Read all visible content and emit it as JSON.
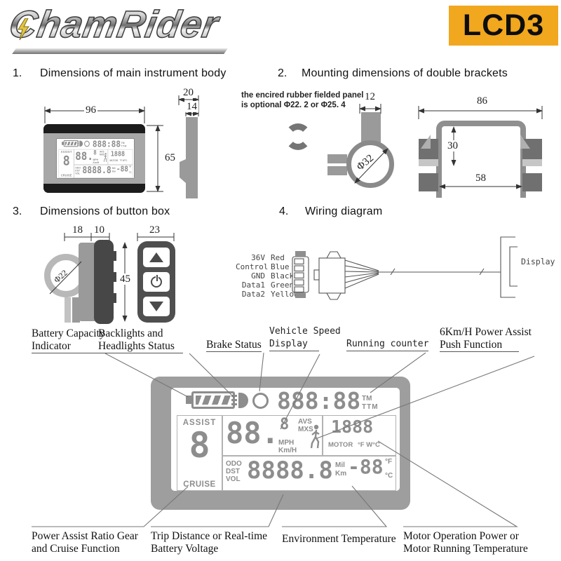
{
  "header": {
    "logo_text": "ChamRider",
    "badge": "LCD3"
  },
  "sections": {
    "s1": {
      "num": "1.",
      "title": "Dimensions of main instrument body"
    },
    "s2": {
      "num": "2.",
      "title": "Mounting dimensions of double brackets"
    },
    "s3": {
      "num": "3.",
      "title": "Dimensions of button box"
    },
    "s4": {
      "num": "4.",
      "title": "Wiring diagram"
    }
  },
  "body_dims": {
    "width": "96",
    "height": "65",
    "side_width": "20",
    "side_inner": "14"
  },
  "bracket": {
    "note1": "the encired rubber fielded panel",
    "note2": "is optional Φ22. 2  or Φ25. 4",
    "stem_width": "12",
    "clamp_dia": "Φ32",
    "top_width": "86",
    "inner_height": "30",
    "inner_width": "58"
  },
  "button_box": {
    "d1": "18",
    "d2": "10",
    "d3": "23",
    "height": "45",
    "ring_dia": "Φ22"
  },
  "wiring": {
    "pins": [
      [
        "36V",
        "Red"
      ],
      [
        "Control",
        "Blue"
      ],
      [
        "GND",
        "Black"
      ],
      [
        "Data1",
        "Green"
      ],
      [
        "Data2",
        "Yellow"
      ]
    ],
    "display": "Display"
  },
  "lcd": {
    "time": "888:88",
    "tm": "TM",
    "ttm": "TTM",
    "assist": "ASSIST",
    "gear": "8",
    "cruise": "CRUISE",
    "speed": "88.",
    "speed_sub": "8",
    "avs": "AVS",
    "mxs": "MXS",
    "mph": "MPH",
    "kmh": "Km/H",
    "motor_value": "1888",
    "motor": "MOTOR",
    "motor_units": "°F W°C",
    "odo": "ODO",
    "dst": "DST",
    "vol": "VOL",
    "trip": "8888.8",
    "mil": "Mil",
    "km": "Km",
    "temp": "-88",
    "deg_f": "°F",
    "deg_c": "°C"
  },
  "callouts": {
    "battery1": "Battery Capacity",
    "battery2": "Indicator",
    "backlight1": "Backlights and",
    "backlight2": "Headlights Status",
    "brake": "Brake Status",
    "speed1": "Vehicle Speed",
    "speed2": "Display",
    "counter": "Running counter",
    "push1": "6Km/H Power Assist",
    "push2": "Push Function",
    "gear1": "Power Assist Ratio Gear",
    "gear2": "and Cruise Function",
    "trip1": "Trip Distance or Real-time",
    "trip2": "Battery Voltage",
    "env": "Environment Temperature",
    "motor1": "Motor Operation Power or",
    "motor2": "Motor Running Temperature"
  },
  "colors": {
    "badge_bg": "#F1A71E",
    "lcd_frame": "#9e9e9e",
    "segment_gray": "#8d8d8d"
  }
}
